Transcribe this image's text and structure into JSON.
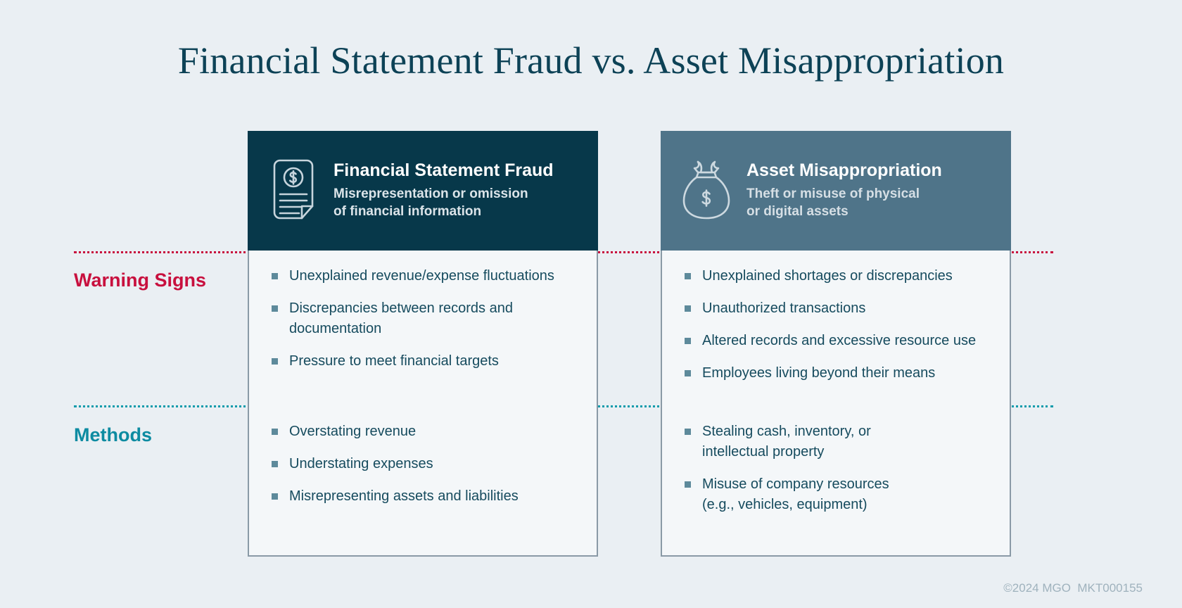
{
  "page": {
    "title": "Financial Statement Fraud vs. Asset Misappropriation",
    "background_color": "#eaeff3",
    "footer": "©2024 MGO  MKT000155"
  },
  "colors": {
    "title_text": "#0d4256",
    "card_dark": "#07384a",
    "card_slate": "#4f7489",
    "warning_accent": "#c8103e",
    "methods_accent": "#0d8ba1",
    "body_text": "#164b5e",
    "bullet_square": "#5d8a9b",
    "card_body_bg": "#f4f7f9",
    "card_border": "#8a9aa6",
    "footer_text": "#9fb2bd"
  },
  "row_labels": [
    {
      "key": "warning",
      "label": "Warning Signs",
      "color": "#c8103e"
    },
    {
      "key": "methods",
      "label": "Methods",
      "color": "#0d8ba1"
    }
  ],
  "cards": [
    {
      "id": "financial-statement-fraud",
      "icon": "document-dollar-icon",
      "header_style": "dark",
      "title": "Financial Statement Fraud",
      "subtitle": "Misrepresentation or omission\nof financial information",
      "warning_signs": [
        "Unexplained revenue/expense fluctuations",
        "Discrepancies between records and\ndocumentation",
        "Pressure to meet financial targets"
      ],
      "methods": [
        "Overstating revenue",
        "Understating expenses",
        "Misrepresenting assets and liabilities"
      ]
    },
    {
      "id": "asset-misappropriation",
      "icon": "money-bag-dollar-icon",
      "header_style": "slate",
      "title": "Asset Misappropriation",
      "subtitle": "Theft or misuse of physical\nor digital assets",
      "warning_signs": [
        "Unexplained shortages or discrepancies",
        "Unauthorized transactions",
        "Altered records and excessive resource use",
        "Employees living beyond their means"
      ],
      "methods": [
        "Stealing cash, inventory, or\nintellectual property",
        "Misuse of company resources\n(e.g., vehicles, equipment)"
      ]
    }
  ]
}
